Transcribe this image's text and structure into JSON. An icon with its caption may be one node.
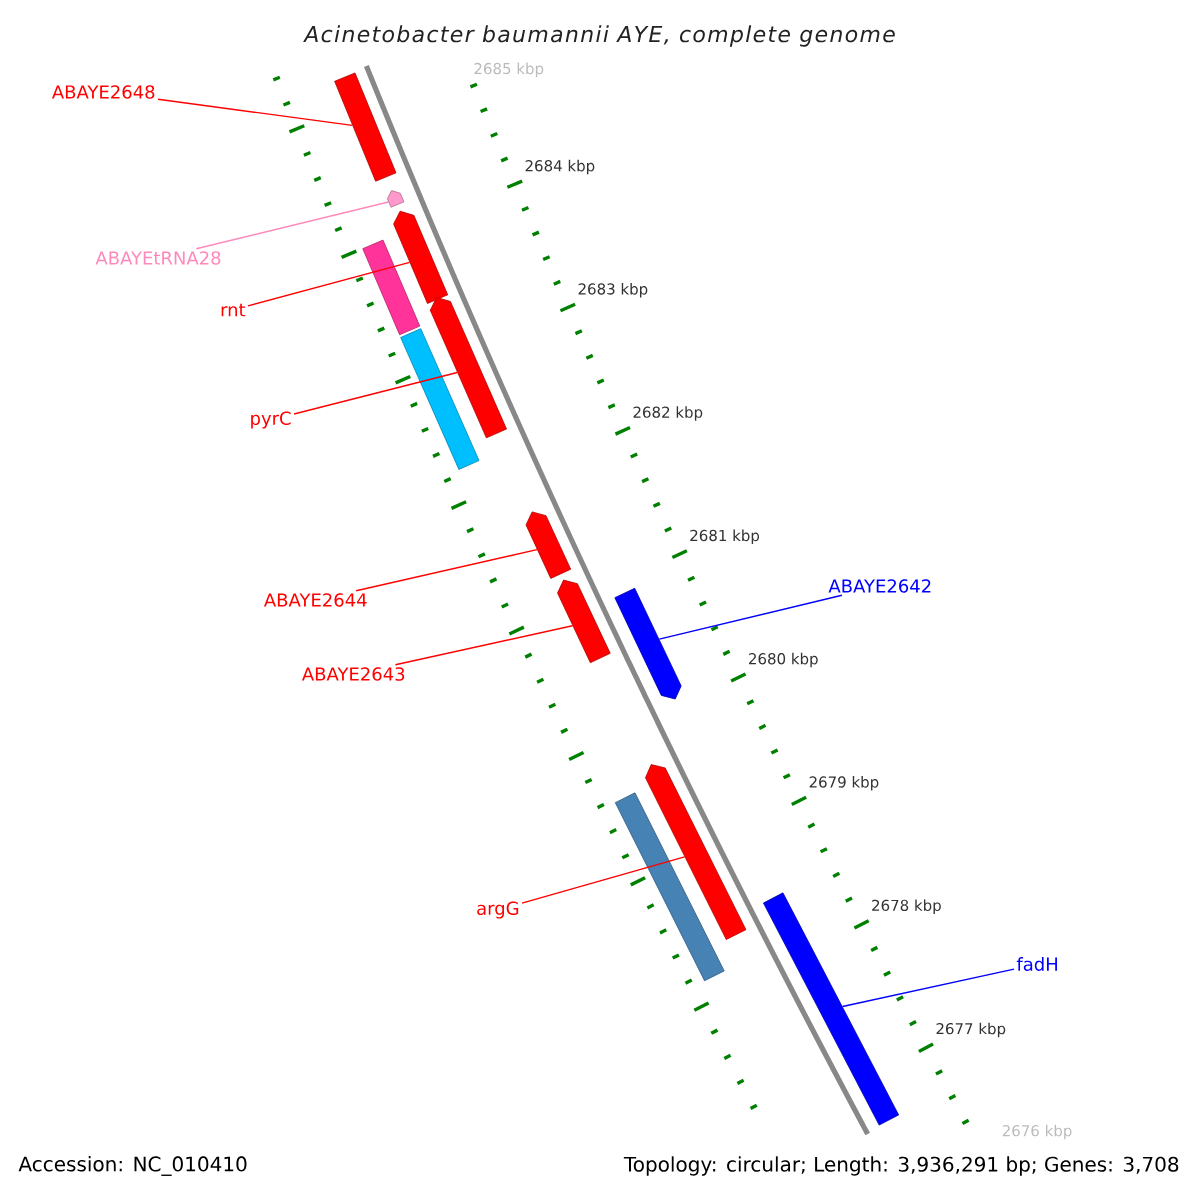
{
  "diagram": {
    "title": "Acinetobacter baumannii AYE, complete genome",
    "nodes": [
      {
        "text": [
          "ABAYE2648"
        ]
      },
      {
        "text": [],
        "shape": "bar"
      },
      {
        "text": [
          "ABAYEtRNA28"
        ]
      },
      {
        "text": [],
        "shape": "pentagon"
      },
      {
        "text": [
          "rnt"
        ]
      },
      {
        "text": [],
        "shape": "pentagon"
      },
      {
        "text": [],
        "shape": "bar"
      },
      {
        "text": [
          "pyrC"
        ]
      },
      {
        "text": [],
        "shape": "pentagon"
      },
      {
        "text": [],
        "shape": "bar"
      },
      {
        "text": [
          "ABAYE2644"
        ]
      },
      {
        "text": [],
        "shape": "pentagon"
      },
      {
        "text": [
          "ABAYE2642"
        ]
      },
      {
        "text": [],
        "shape": "pentagon"
      },
      {
        "text": [
          "ABAYE2643"
        ]
      },
      {
        "text": [],
        "shape": "pentagon"
      },
      {
        "text": [
          "argG"
        ]
      },
      {
        "text": [],
        "shape": "pentagon"
      },
      {
        "text": [],
        "shape": "bar"
      },
      {
        "text": [
          "fadH"
        ]
      },
      {
        "text": [],
        "shape": "bar"
      }
    ],
    "edges": [
      {
        "from": 0,
        "to": 1,
        "arrow": "none"
      },
      {
        "from": 2,
        "to": 3,
        "arrow": "none",
        "color": "#ff88bb"
      },
      {
        "from": 4,
        "to": 5,
        "arrow": "none"
      },
      {
        "from": 7,
        "to": 8,
        "arrow": "none"
      },
      {
        "from": 10,
        "to": 11,
        "arrow": "none"
      },
      {
        "from": 12,
        "to": 13,
        "arrow": "none",
        "color": "#0000ff"
      },
      {
        "from": 14,
        "to": 15,
        "arrow": "none"
      },
      {
        "from": 16,
        "to": 17,
        "arrow": "none"
      },
      {
        "from": 19,
        "to": 20,
        "arrow": "none",
        "color": "#0000ff"
      }
    ],
    "labels": [
      "2685 kbp",
      "2684 kbp",
      "2683 kbp",
      "2682 kbp",
      "2681 kbp",
      "2680 kbp",
      "2679 kbp",
      "2678 kbp",
      "2677 kbp",
      "2676 kbp",
      "Accession: NC_010410",
      "Topology: circular; Length: 3,936,291 bp; Genes: 3,708"
    ]
  }
}
